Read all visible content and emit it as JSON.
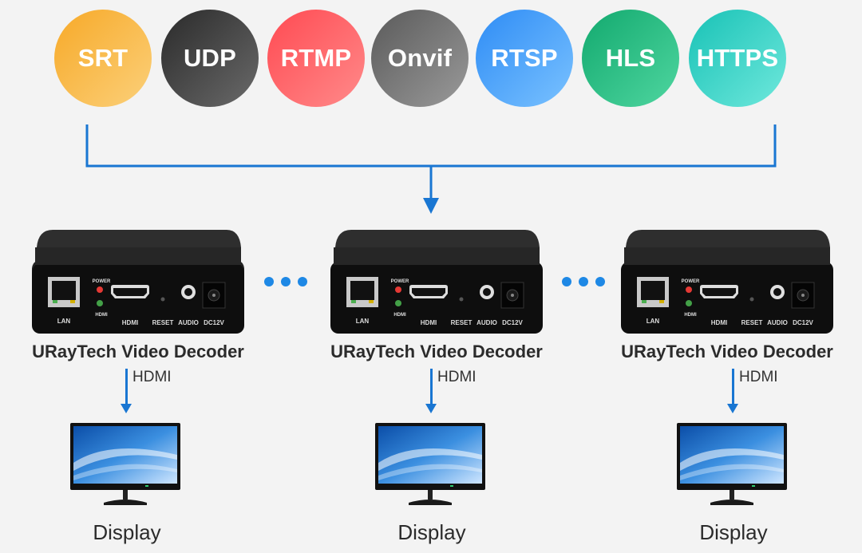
{
  "protocols": [
    {
      "label": "SRT",
      "color_from": "#f7a928",
      "color_to": "#fbd07a"
    },
    {
      "label": "UDP",
      "color_from": "#2a2a2a",
      "color_to": "#6a6a6a"
    },
    {
      "label": "RTMP",
      "color_from": "#ff4a52",
      "color_to": "#ff8a8a"
    },
    {
      "label": "Onvif",
      "color_from": "#5a5a5a",
      "color_to": "#9a9a9a"
    },
    {
      "label": "RTSP",
      "color_from": "#2e8cf5",
      "color_to": "#7ac2ff"
    },
    {
      "label": "HLS",
      "color_from": "#12a96e",
      "color_to": "#4fd6a0"
    },
    {
      "label": "HTTPS",
      "color_from": "#18c2b6",
      "color_to": "#6fe8dc"
    }
  ],
  "device_ports": {
    "lan": "LAN",
    "power": "POWER",
    "hdmi_led": "HDMI",
    "hdmi": "HDMI",
    "reset": "RESET",
    "audio": "AUDIO",
    "dc": "DC12V"
  },
  "units": [
    {
      "device_name": "URayTech Video Decoder",
      "link_label": "HDMI",
      "display_label": "Display"
    },
    {
      "device_name": "URayTech Video Decoder",
      "link_label": "HDMI",
      "display_label": "Display"
    },
    {
      "device_name": "URayTech Video Decoder",
      "link_label": "HDMI",
      "display_label": "Display"
    }
  ],
  "colors": {
    "connector": "#1976d2",
    "dots": "#1e88e5",
    "background": "#f3f3f3"
  }
}
